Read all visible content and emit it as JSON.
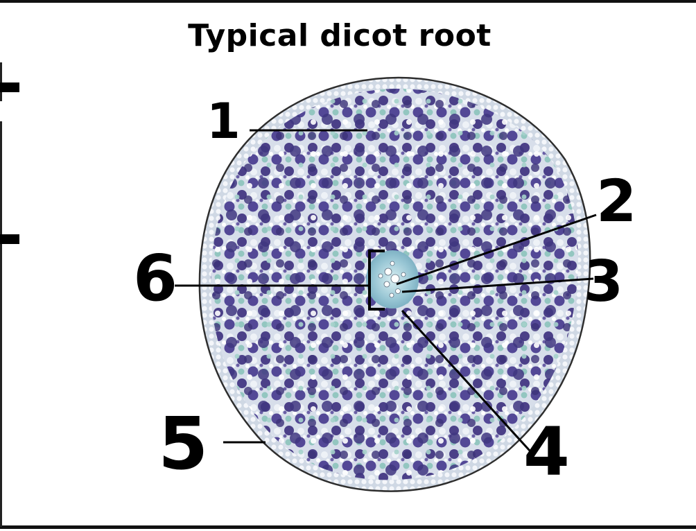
{
  "title": "Typical dicot root",
  "labels": [
    {
      "id": "1",
      "text": "1"
    },
    {
      "id": "2",
      "text": "2"
    },
    {
      "id": "3",
      "text": "3"
    },
    {
      "id": "4",
      "text": "4"
    },
    {
      "id": "5",
      "text": "5"
    },
    {
      "id": "6",
      "text": "6"
    }
  ],
  "colors": {
    "cell_dark": "#4a3f86",
    "cell_light": "#dfe6f0",
    "cell_teal": "#8fc4bf",
    "stele": "#9cc9d6",
    "outline": "#2b2b2b",
    "label": "#000000"
  }
}
